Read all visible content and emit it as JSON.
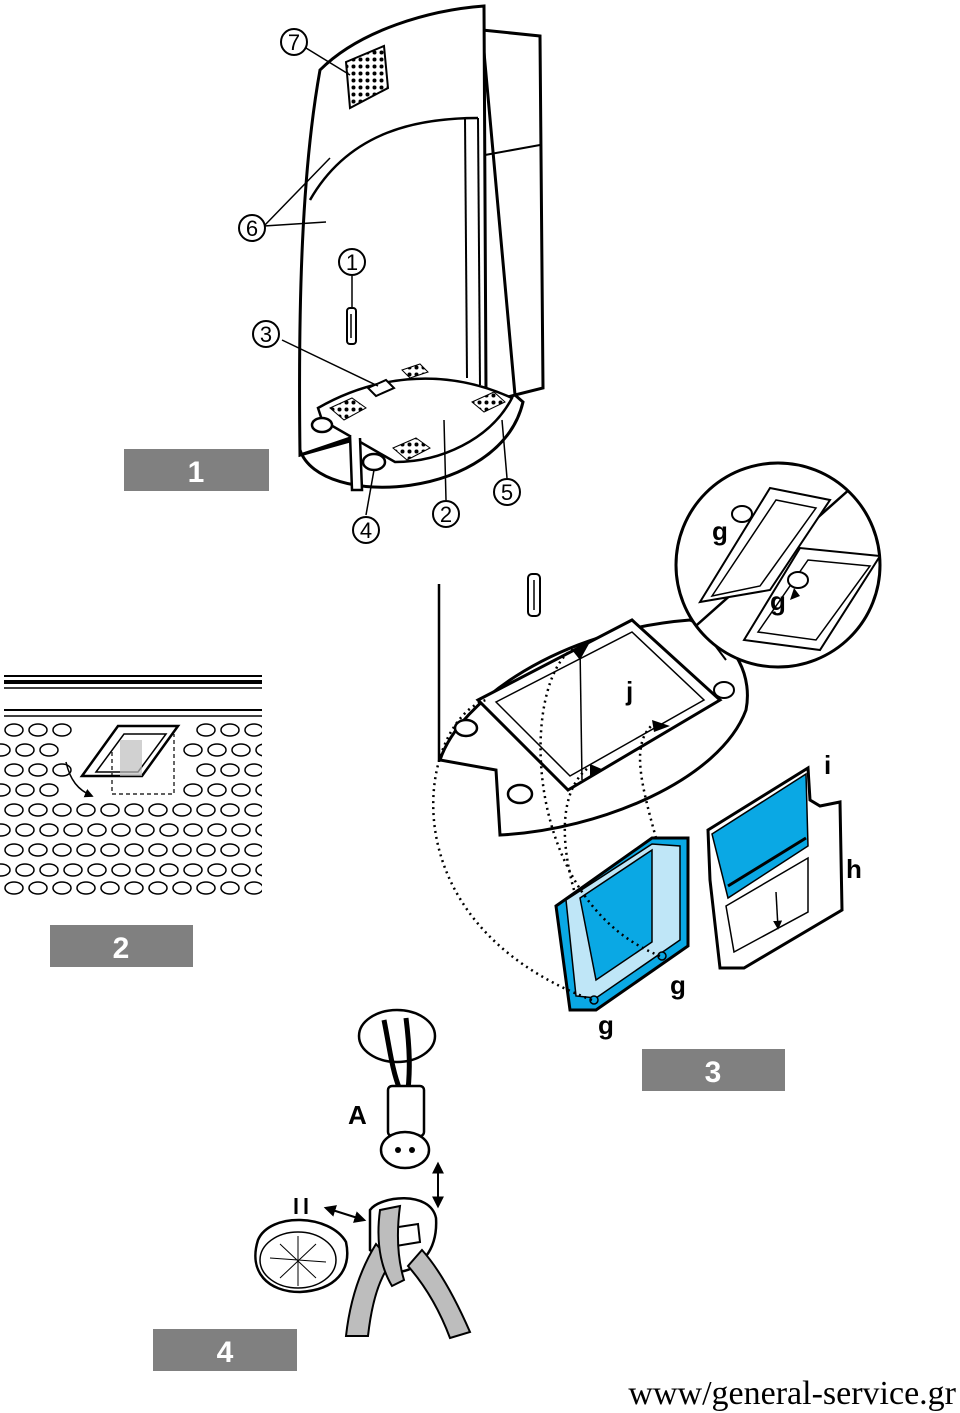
{
  "figures": {
    "fig1": "1",
    "fig2": "2",
    "fig3": "3",
    "fig4": "4"
  },
  "callouts": {
    "c1": "1",
    "c2": "2",
    "c3": "3",
    "c4": "4",
    "c5": "5",
    "c6": "6",
    "c7": "7"
  },
  "letters": {
    "g_top": "g",
    "g_mid": "g",
    "j": "j",
    "i": "i",
    "h": "h",
    "g_filter1": "g",
    "g_filter2": "g",
    "a": "A"
  },
  "website": "www/general-service.gr",
  "colors": {
    "filter_blue": "#0aa8e4",
    "label_gray": "#808080"
  }
}
